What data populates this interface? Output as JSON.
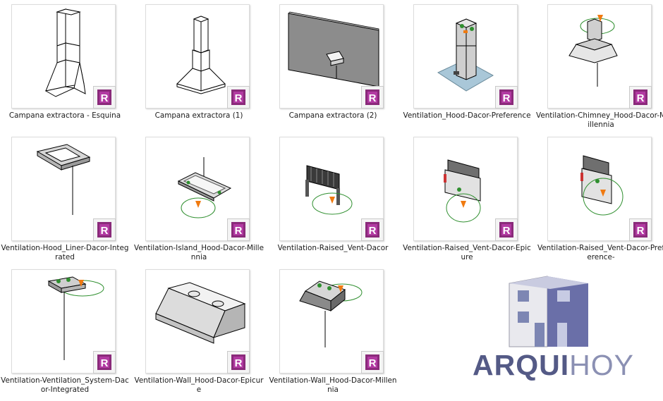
{
  "colors": {
    "badge_purple": "#8a2a7a",
    "gizmo_green": "#2f8f2f",
    "gizmo_orange": "#f07a10",
    "logo_dark": "#545a86",
    "logo_light": "#8b90b3"
  },
  "items": [
    {
      "label": "Campana extractora - Esquina",
      "icon": "corner-hood-thumbnail"
    },
    {
      "label": "Campana extractora (1)",
      "icon": "chimney-hood-thumbnail"
    },
    {
      "label": "Campana extractora (2)",
      "icon": "wall-panel-hood-thumbnail"
    },
    {
      "label": "Ventilation_Hood-Dacor-Preference",
      "icon": "island-tower-hood-thumbnail"
    },
    {
      "label": "Ventilation-Chimney_Hood-Dacor-Millennia",
      "icon": "chimney-hood-gizmo-thumbnail"
    },
    {
      "label": "Ventilation-Hood_Liner-Dacor-Integrated",
      "icon": "hood-liner-thumbnail"
    },
    {
      "label": "Ventilation-Island_Hood-Dacor-Millennia",
      "icon": "island-hood-thumbnail"
    },
    {
      "label": "Ventilation-Raised_Vent-Dacor",
      "icon": "raised-vent-thumbnail"
    },
    {
      "label": "Ventilation-Raised_Vent-Dacor-Epicure",
      "icon": "raised-vent-epicure-thumbnail"
    },
    {
      "label": "Ventilation-Raised_Vent-Dacor-Preference-",
      "icon": "raised-vent-preference-thumbnail"
    },
    {
      "label": "Ventilation-Ventilation_System-Dacor-Integrated",
      "icon": "ventilation-system-thumbnail"
    },
    {
      "label": "Ventilation-Wall_Hood-Dacor-Epicure",
      "icon": "wall-hood-epicure-thumbnail"
    },
    {
      "label": "Ventilation-Wall_Hood-Dacor-Millennia",
      "icon": "wall-hood-millennia-thumbnail"
    }
  ],
  "badge": {
    "letter": "R",
    "icon": "revit-file-icon"
  },
  "logo": {
    "part1": "ARQUI",
    "part2": "HOY",
    "icon": "building-logo-icon"
  }
}
